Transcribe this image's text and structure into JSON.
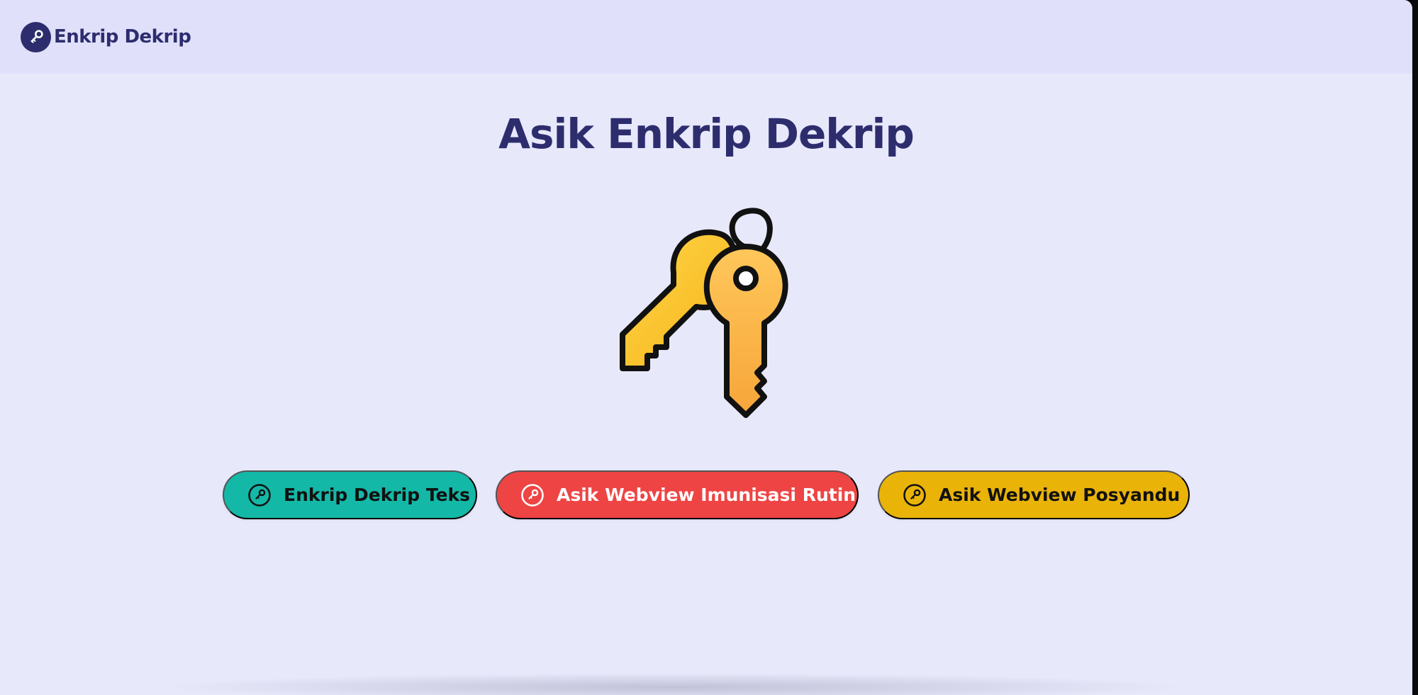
{
  "navbar": {
    "brand_title": "Enkrip Dekrip",
    "brand_icon": "key-icon"
  },
  "main": {
    "title": "Asik Enkrip Dekrip",
    "illustration": "keys-illustration"
  },
  "buttons": [
    {
      "label": "Enkrip Dekrip Teks",
      "icon": "key-icon",
      "color": "#14b8a6",
      "text_color": "#111111"
    },
    {
      "label": "Asik Webview Imunisasi Rutin",
      "icon": "key-icon",
      "color": "#ef4444",
      "text_color": "#ffffff"
    },
    {
      "label": "Asik Webview Posyandu",
      "icon": "key-icon",
      "color": "#eab308",
      "text_color": "#111111"
    }
  ],
  "colors": {
    "background": "#e8e8fb",
    "navbar": "#e0e0fa",
    "primary": "#2d2d6e"
  }
}
